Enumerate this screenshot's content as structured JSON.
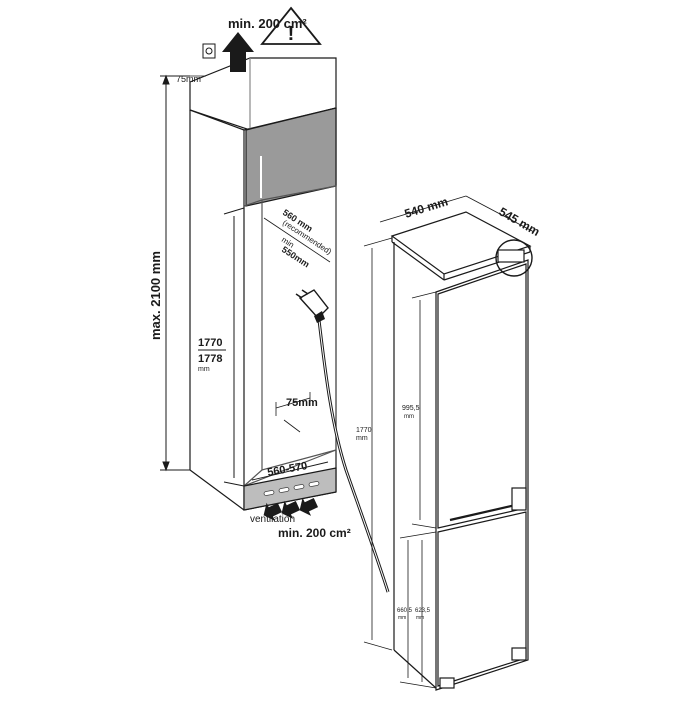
{
  "cabinet": {
    "top_ventilation": "min. 200 cm²",
    "top_gap": "75mm",
    "max_height": "max. 2100 mm",
    "niche_depth_recommended": "560 mm",
    "niche_depth_recommended_note": "(recommended)",
    "niche_depth_min": "min",
    "niche_depth_min_value": "550mm",
    "niche_height_a": "1770",
    "niche_height_b": "1778",
    "niche_height_unit": "mm",
    "rear_gap": "75mm",
    "niche_width": "560-570",
    "ventilation_label": "ventilation",
    "bottom_ventilation": "min. 200 cm²"
  },
  "appliance": {
    "width": "540 mm",
    "depth": "545 mm",
    "height_value": "1770",
    "height_unit": "mm",
    "fridge_door_height": "995,5",
    "fridge_door_unit": "mm",
    "freezer_door_height_a": "660,5",
    "freezer_door_height_b": "623,5",
    "freezer_unit": "mm"
  },
  "icons": {
    "warning": "warning-triangle-icon",
    "arrow_up": "arrow-up-icon",
    "plug": "power-plug-icon",
    "socket": "wall-socket-icon"
  }
}
